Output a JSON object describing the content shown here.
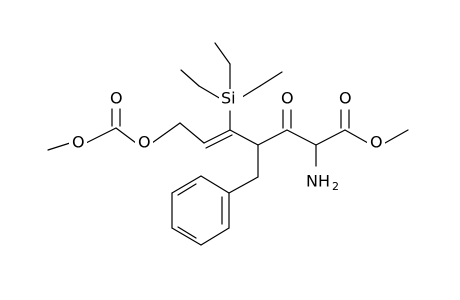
{
  "molecule": {
    "atoms": {
      "silicon": "Si",
      "oxygen": "O",
      "nitrogen": "NH",
      "subscript_two": "2"
    }
  }
}
